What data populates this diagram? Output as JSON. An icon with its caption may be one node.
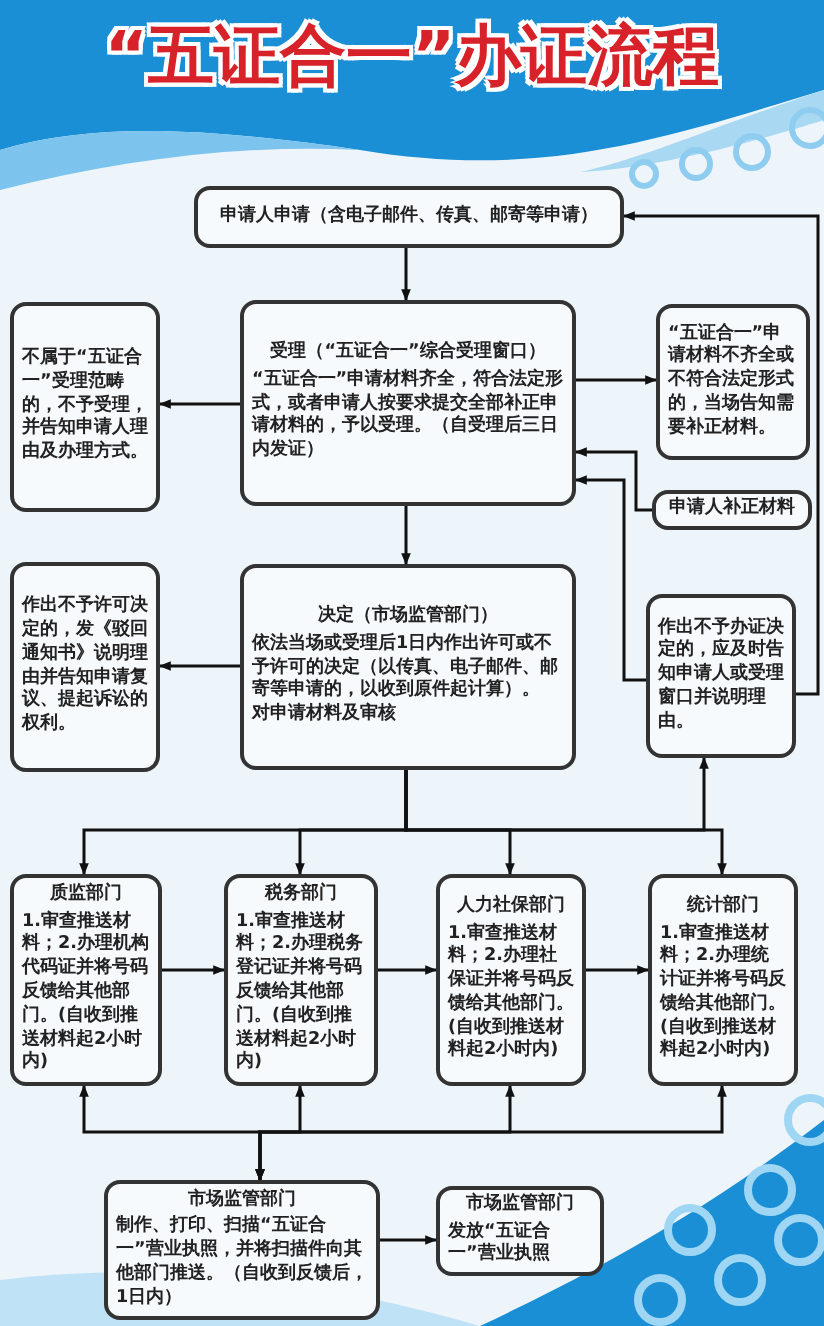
{
  "diagram": {
    "title": "“五证合一”办证流程",
    "nodes": [
      {
        "text": [
          "申请人申请（含电子邮件、传真、邮寄等申请）"
        ]
      },
      {
        "text": [
          "不属于“五证合一”受理范畴的，不予受理，并告知申请人理由及办理方式。"
        ]
      },
      {
        "text": [
          "受理（“五证合一”综合受理窗口）",
          "“五证合一”申请材料齐全，符合法定形式，或者申请人按要求提交全部补正申请材料的，予以受理。（自受理后三日内发证）"
        ]
      },
      {
        "text": [
          "“五证合一”申请材料不齐全或不符合法定形式的，当场告知需要补正材料。"
        ]
      },
      {
        "text": [
          "申请人补正材料"
        ]
      },
      {
        "text": [
          "作出不予许可决定的，发《驳回通知书》说明理由并告知申请复议、提起诉讼的权利。"
        ]
      },
      {
        "text": [
          "决定（市场监管部门）",
          "依法当场或受理后1日内作出许可或不予许可的决定（以传真、电子邮件、邮寄等申请的，以收到原件起计算）。",
          "对申请材料及审核"
        ]
      },
      {
        "text": [
          "作出不予办证决定的，应及时告知申请人或受理窗口并说明理由。"
        ]
      },
      {
        "text": [
          "质监部门",
          "1.审查推送材料；2.办理机构代码证并将号码反馈给其他部门。(自收到推送材料起2小时内)"
        ]
      },
      {
        "text": [
          "税务部门",
          "1.审查推送材料；2.办理税务登记证并将号码反馈给其他部门。(自收到推送材料起2小时内)"
        ]
      },
      {
        "text": [
          "人力社保部门",
          "1.审查推送材料；2.办理社保证并将号码反馈给其他部门。(自收到推送材料起2小时内)"
        ]
      },
      {
        "text": [
          "统计部门",
          "1.审查推送材料；2.办理统计证并将号码反馈给其他部门。(自收到推送材料起2小时内)"
        ]
      },
      {
        "text": [
          "市场监管部门",
          "制作、打印、扫描“五证合一”营业执照，并将扫描件向其他部门推送。（自收到反馈后，1日内）"
        ]
      },
      {
        "text": [
          "市场监管部门",
          "发放“五证合一”营业执照"
        ]
      }
    ],
    "edges": [
      {
        "from": 0,
        "to": 2,
        "arrow": "to"
      },
      {
        "from": 2,
        "to": 1,
        "arrow": "to"
      },
      {
        "from": 2,
        "to": 3,
        "arrow": "to"
      },
      {
        "from": 4,
        "to": 2,
        "arrow": "to"
      },
      {
        "from": 7,
        "to": 2,
        "arrow": "to"
      },
      {
        "from": 7,
        "to": 0,
        "arrow": "to"
      },
      {
        "from": 2,
        "to": 6,
        "arrow": "to"
      },
      {
        "from": 6,
        "to": 5,
        "arrow": "to"
      },
      {
        "from": 6,
        "to": 8,
        "arrow": "to"
      },
      {
        "from": 6,
        "to": 9,
        "arrow": "to"
      },
      {
        "from": 6,
        "to": 10,
        "arrow": "to"
      },
      {
        "from": 6,
        "to": 11,
        "arrow": "to"
      },
      {
        "from": 6,
        "to": 7,
        "arrow": "to"
      },
      {
        "from": 8,
        "to": 9,
        "arrow": "to"
      },
      {
        "from": 9,
        "to": 10,
        "arrow": "to"
      },
      {
        "from": 10,
        "to": 11,
        "arrow": "to"
      },
      {
        "from": 8,
        "to": 12,
        "arrow": "both"
      },
      {
        "from": 9,
        "to": 12,
        "arrow": "both"
      },
      {
        "from": 10,
        "to": 12,
        "arrow": "both"
      },
      {
        "from": 11,
        "to": 12,
        "arrow": "both"
      },
      {
        "from": 12,
        "to": 13,
        "arrow": "to"
      }
    ]
  }
}
